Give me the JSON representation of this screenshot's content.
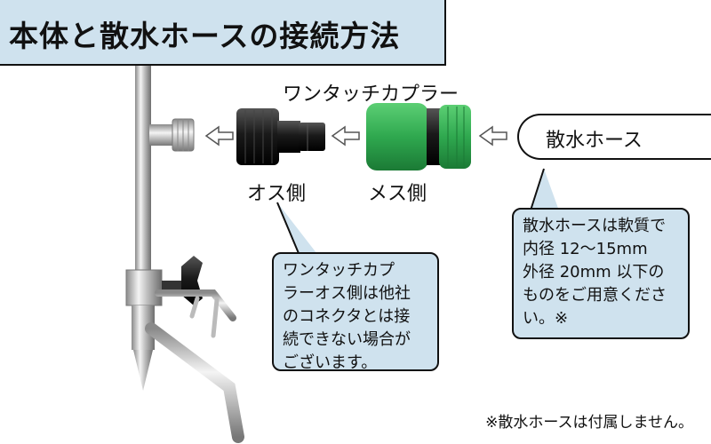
{
  "title": "本体と散水ホースの接続方法",
  "coupler": {
    "name": "ワンタッチカプラー",
    "male_label": "オス側",
    "female_label": "メス側"
  },
  "hose_label": "散水ホース",
  "callout_left": {
    "lines": [
      "ワンタッチカプ",
      "ラーオス側は他社",
      "のコネクタとは接",
      "続できない場合が",
      "ございます。"
    ]
  },
  "callout_right": {
    "lines": [
      "散水ホースは軟質で",
      "内径 12～15mm",
      "外径 20mm 以下の",
      "ものをご用意くださ",
      "い。※"
    ]
  },
  "footer_note": "※散水ホースは付属しません。",
  "colors": {
    "title_bg": "#cfe2ee",
    "coupler_green": "#2fa84f",
    "coupler_black": "#1a1a1a",
    "chrome": "#c8c8c8"
  }
}
